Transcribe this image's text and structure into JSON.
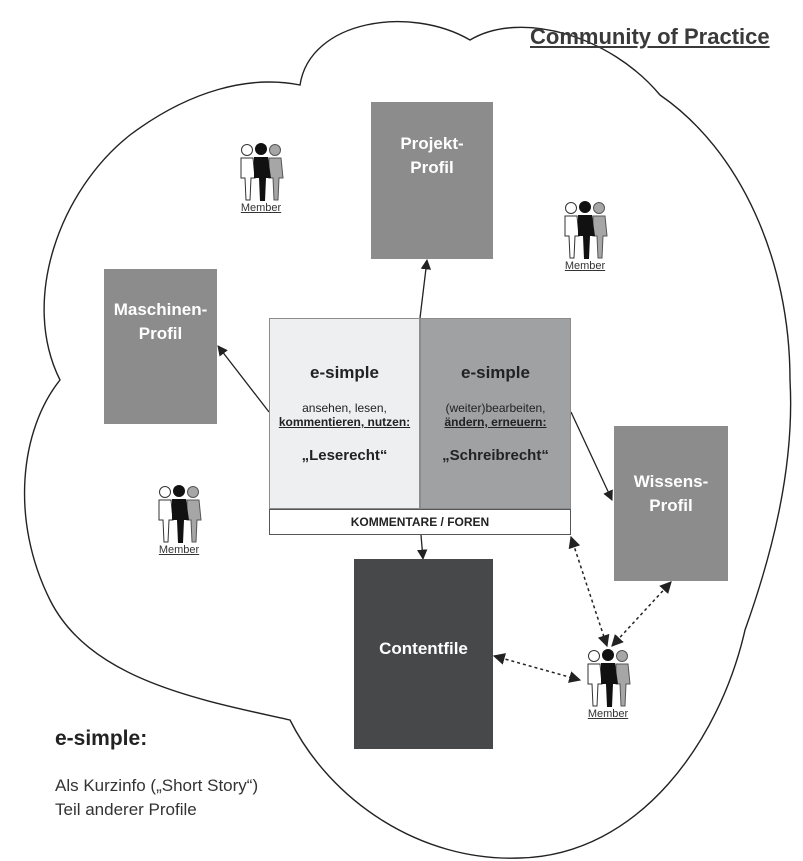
{
  "title": "Community of Practice",
  "boxes": {
    "projekt": [
      "Projekt-",
      "Profil"
    ],
    "maschinen": [
      "Maschinen-",
      "Profil"
    ],
    "wissens": [
      "Wissens-",
      "Profil"
    ],
    "contentfile": "Contentfile"
  },
  "center": {
    "left": {
      "title": "e-simple",
      "line1": "ansehen, lesen,",
      "line2": "kommentieren, nutzen:",
      "right": "„Leserecht“"
    },
    "right": {
      "title": "e-simple",
      "line1": "(weiter)bearbeiten,",
      "line2": "ändern, erneuern:",
      "right": "„Schreibrecht“"
    },
    "bar": "KOMMENTARE / FOREN"
  },
  "member_label": "Member",
  "bottom": {
    "heading": "e-simple:",
    "line1": "Als Kurzinfo („Short Story“)",
    "line2": "Teil anderer Profile"
  },
  "colors": {
    "box_gray": "#8c8c8c",
    "contentfile": "#474849",
    "center_left": "#eeeff0",
    "center_right": "#a0a1a3"
  }
}
